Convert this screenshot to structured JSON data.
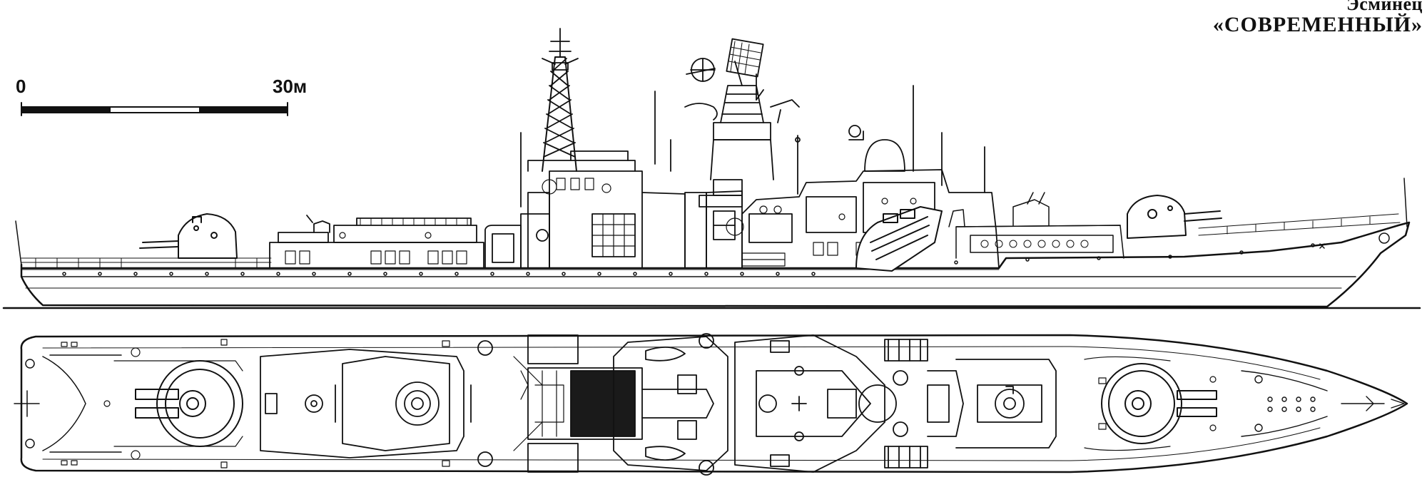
{
  "title": {
    "line1": "Эсминец",
    "line2": "«СОВРЕМЕННЫЙ»"
  },
  "scale_bar": {
    "start_label": "0",
    "end_label": "30м"
  },
  "views": [
    {
      "view": "side-profile"
    },
    {
      "view": "plan-top"
    }
  ],
  "colors": {
    "ink": "#111111",
    "paper": "#ffffff",
    "helipad": "#1a1a1a"
  }
}
